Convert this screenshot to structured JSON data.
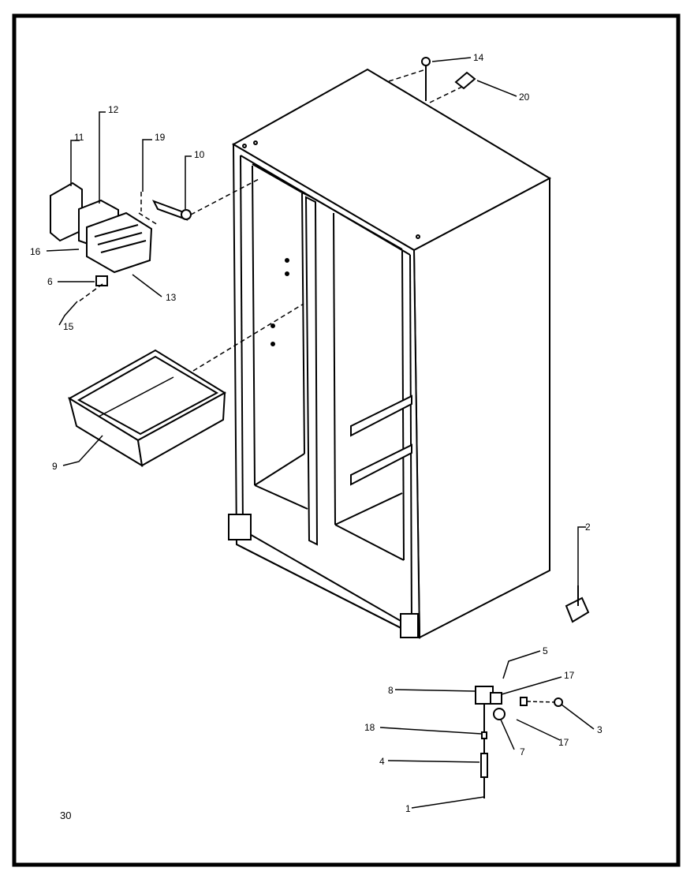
{
  "labels": {
    "p1": "1",
    "p2": "2",
    "p3": "3",
    "p4": "4",
    "p5": "5",
    "p6": "6",
    "p7": "7",
    "p8": "8",
    "p9": "9",
    "p10": "10",
    "p11": "11",
    "p12": "12",
    "p13": "13",
    "p14": "14",
    "p15": "15",
    "p16": "16",
    "p17a": "17",
    "p17b": "17",
    "p18": "18",
    "p19": "19",
    "p20": "20"
  },
  "page_number": "30"
}
